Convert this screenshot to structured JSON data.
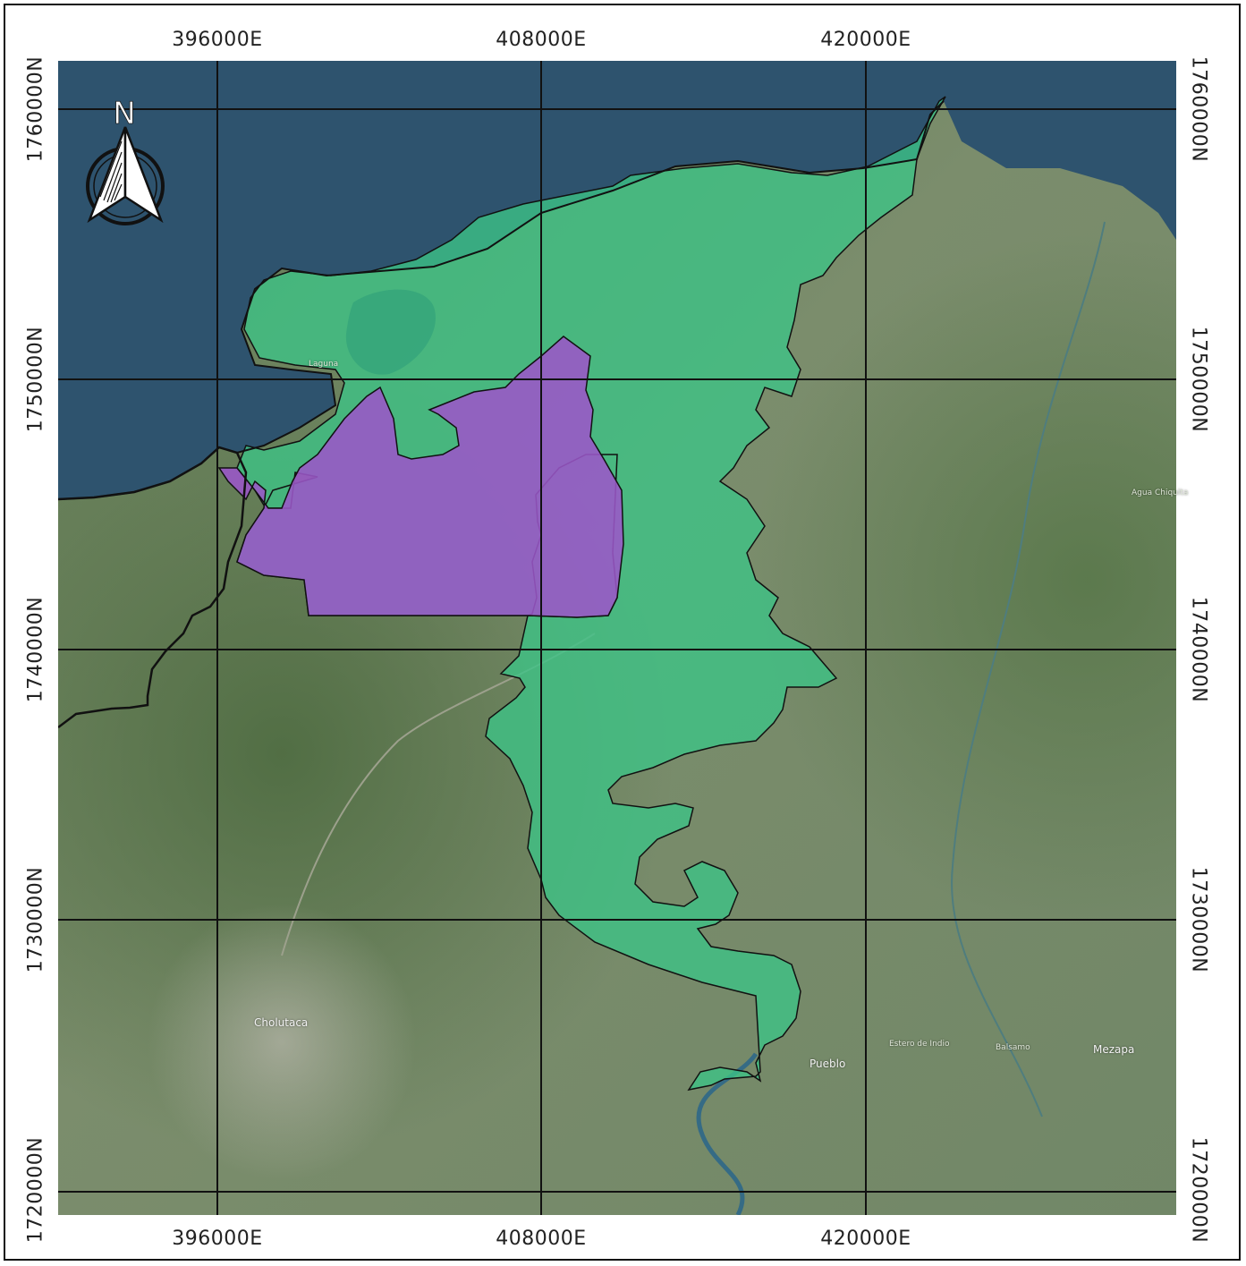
{
  "grid": {
    "easting_labels": [
      "396000E",
      "408000E",
      "420000E"
    ],
    "northing_labels": [
      "1760000N",
      "1750000N",
      "1740000N",
      "1730000N",
      "1720000N"
    ]
  },
  "north_arrow": {
    "letter": "N",
    "icon": "north-arrow-icon"
  },
  "places": [
    "Laguna",
    "Pueblo",
    "Mezapa",
    "Estero de Indio",
    "Agua Chiquita",
    "Cholutaca",
    "Balsamo"
  ],
  "colors": {
    "sea": "#2e536e",
    "zone_green": "#3cc486",
    "zone_purple": "#9b57c8",
    "boundary": "#111111",
    "grid": "#111111"
  }
}
